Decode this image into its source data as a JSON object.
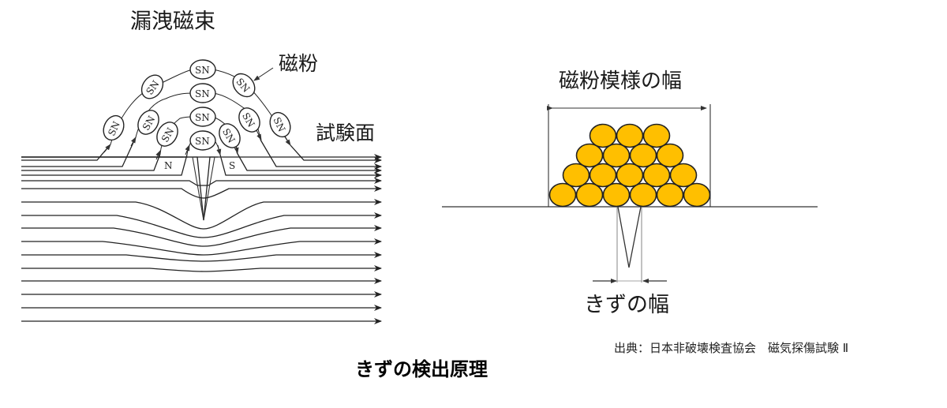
{
  "left_figure": {
    "labels": {
      "leakage_flux": "漏洩磁束",
      "magnetic_powder": "磁粉",
      "test_surface": "試験面"
    },
    "pole_labels": {
      "north": "N",
      "south": "S"
    },
    "particle_text": "SN",
    "field_line_count": 17
  },
  "right_figure": {
    "labels": {
      "pattern_width": "磁粉模様の幅",
      "flaw_width": "きずの幅"
    },
    "particle_rows": [
      6,
      5,
      4,
      3
    ],
    "particle_color": "#FFBF00"
  },
  "source_note": "出典：日本非破壊検査協会　磁気探傷試験 Ⅱ",
  "caption": "きずの検出原理"
}
